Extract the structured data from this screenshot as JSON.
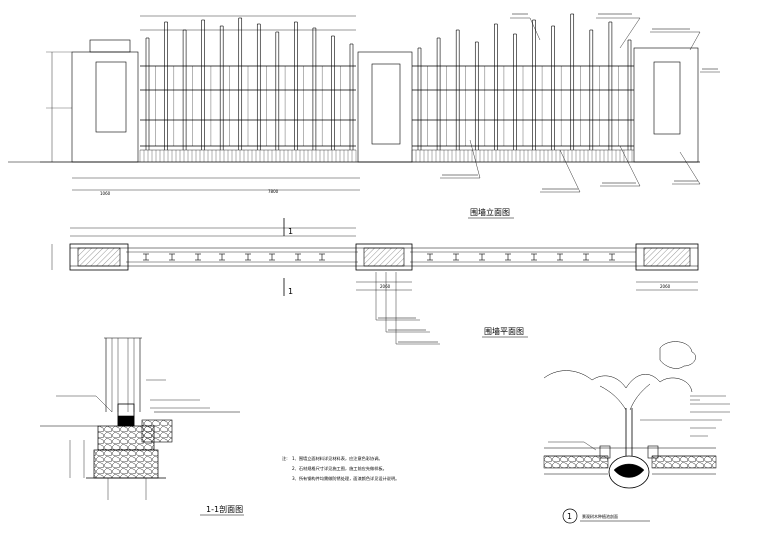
{
  "titles": {
    "elevation": "围墙立面图",
    "plan": "围墙平面图",
    "section": "1-1剖面图",
    "tree": "景观树木种植池剖面"
  },
  "section_mark": {
    "number": "1"
  },
  "detail_mark": {
    "number": "1"
  },
  "dims": {
    "plan_left_total": "2060",
    "plan_right_total": "2060",
    "elev_bottom_mid": "7800",
    "elev_bottom_left": "1060"
  },
  "notes": {
    "prefix": "注:",
    "line1": "1、围墙立面材料详见材料表，应注意色彩协调。",
    "line2": "2、石材规格尺寸详见施工图，施工前应先做样板。",
    "line3": "3、所有钢构件均需做防锈处理，面漆颜色详见设计说明。"
  },
  "colors": {
    "line": "#000000",
    "background": "#ffffff"
  }
}
